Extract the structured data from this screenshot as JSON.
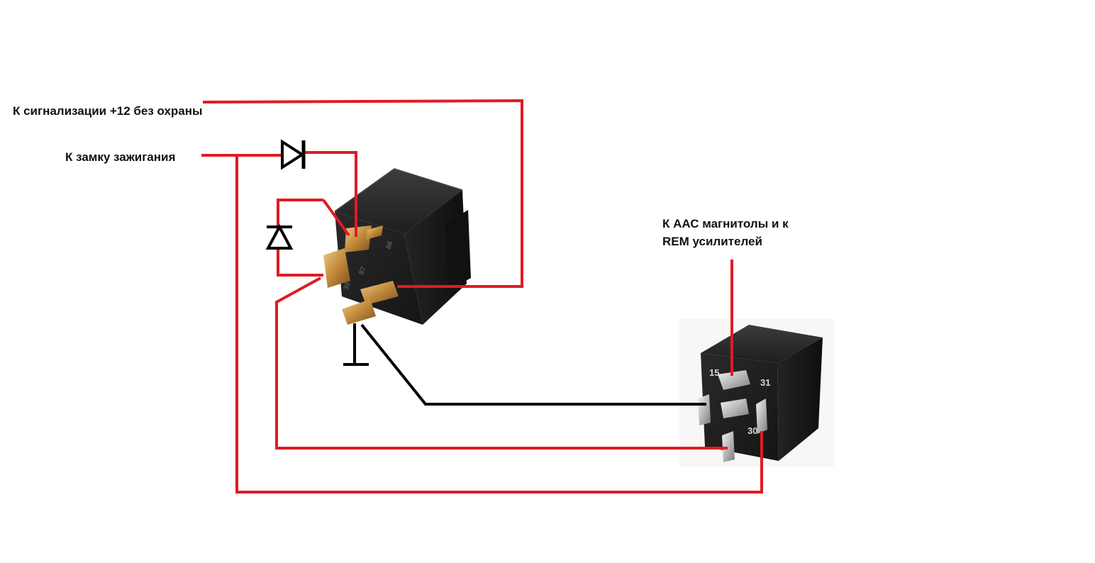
{
  "labels": {
    "alarm": "К сигнализации +12 без охраны",
    "ignition": "К замку зажигания",
    "aac_line1": "К ААС магнитолы и к",
    "aac_line2": "REM усилителей"
  },
  "relay_2_pins": {
    "pin_15": "15",
    "pin_31": "31",
    "pin_30": "30"
  },
  "colors": {
    "wire_positive": "#e01b24",
    "wire_signal": "#000000",
    "relay_body": "#1c1c1c",
    "terminal": "#c08a3a"
  }
}
